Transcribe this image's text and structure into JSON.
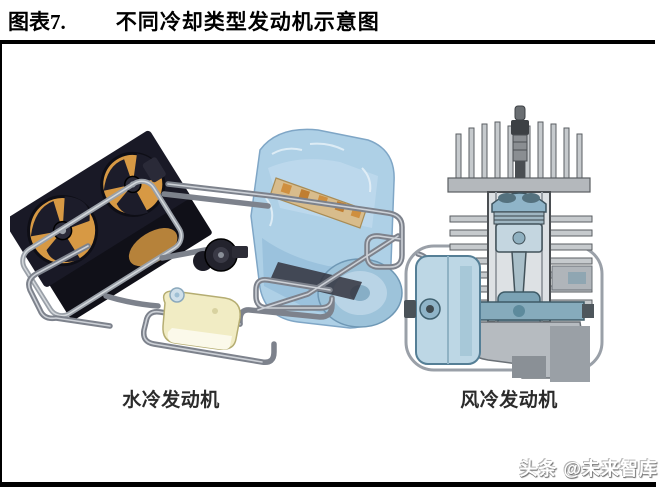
{
  "page": {
    "caption": {
      "prefix": "图表7.",
      "title": "不同冷却类型发动机示意图"
    },
    "illustrations": {
      "water": {
        "label": "水冷发动机"
      },
      "air": {
        "label": "风冷发动机"
      }
    },
    "watermark": "头条 @未来智库",
    "colors": {
      "rule_black": "#000000",
      "engine_blue": "#aed0e6",
      "flywheel_blue": "#b9d4e6",
      "fan_amber": "#d79944",
      "radiator_dark": "#181824",
      "pipe_gray": "#7d828c",
      "pipe_highlight": "#cdd1d7",
      "tank_yellow": "#f1ecc4",
      "valve_strip_tan": "#d8bc8c",
      "fin_gray": "#c6cacd",
      "crank_teal": "#86abbc",
      "fan_housing_blue": "#bdd7e5",
      "label_color": "#2b2b2b"
    }
  }
}
